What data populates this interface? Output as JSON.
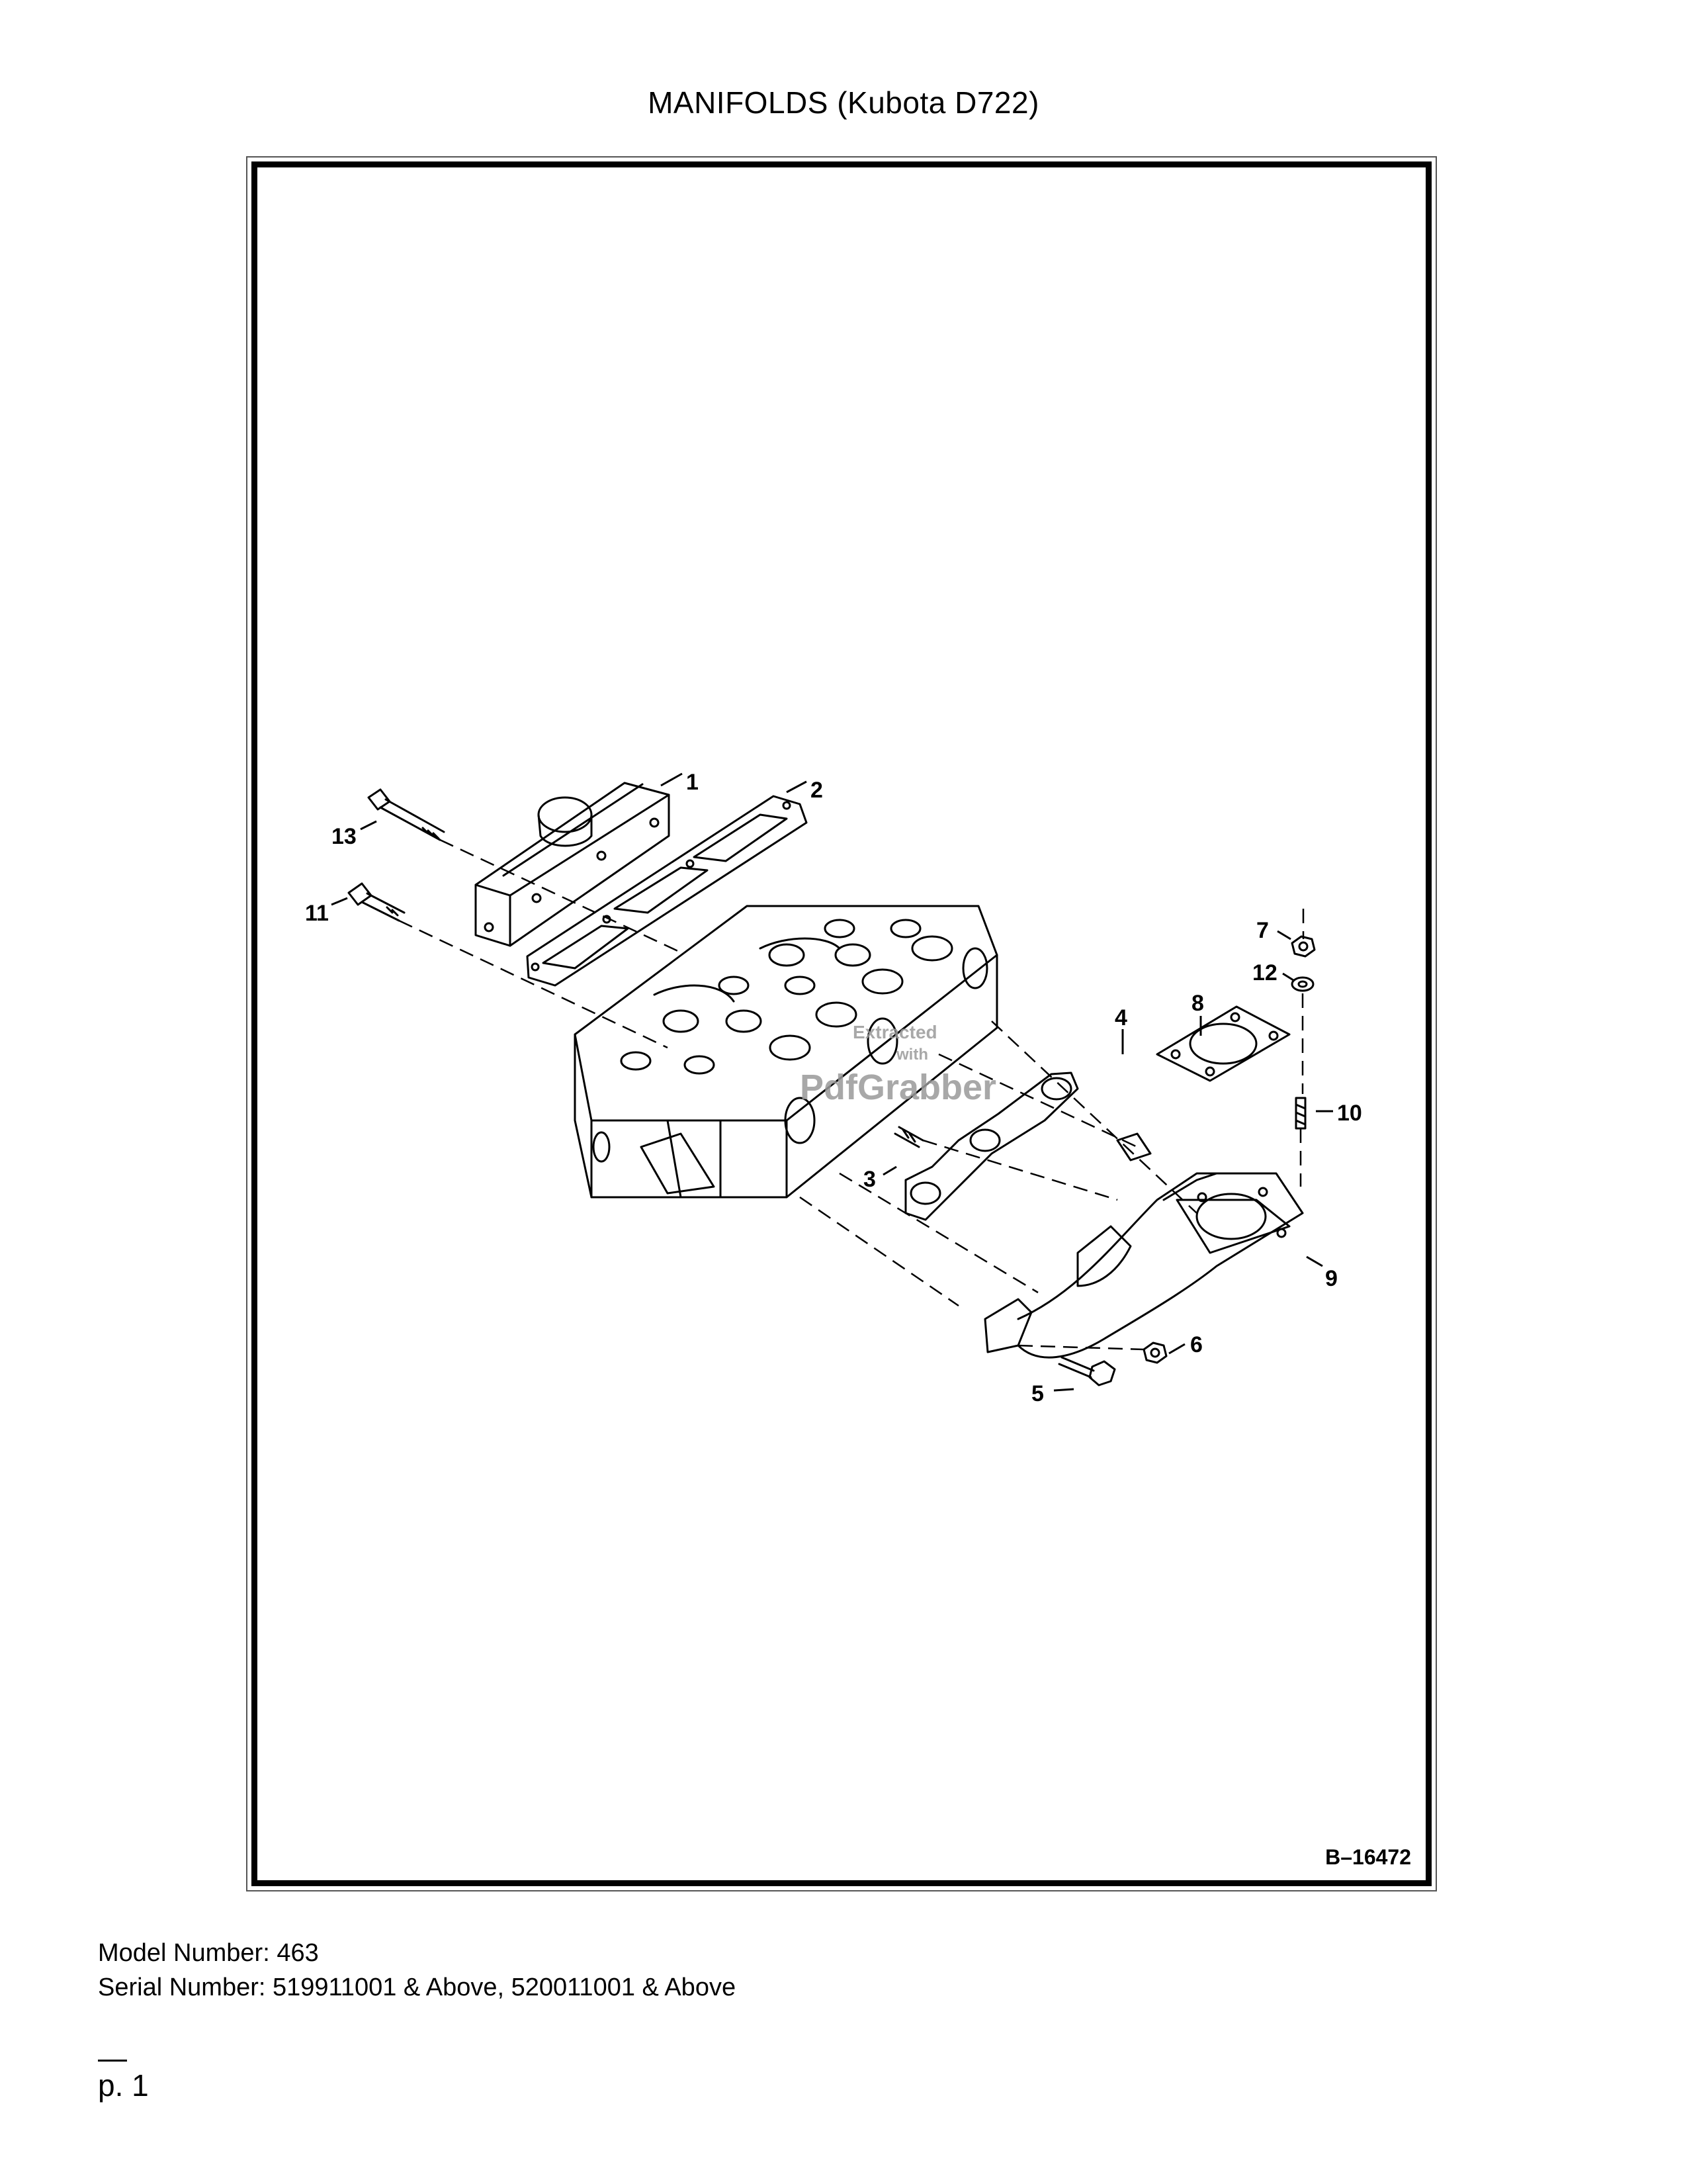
{
  "document": {
    "title": "MANIFOLDS (Kubota D722)",
    "drawing_ref": "B–16472",
    "model_line": "Model Number: 463",
    "serial_line": "Serial Number: 519911001 & Above, 520011001 & Above",
    "page_label": "p. 1"
  },
  "diagram": {
    "callouts": [
      "1",
      "2",
      "3",
      "4",
      "5",
      "6",
      "7",
      "8",
      "9",
      "10",
      "11",
      "12",
      "13"
    ],
    "watermark": {
      "line1": "Extracted",
      "line2": "with",
      "line3": "PdfGrabber"
    }
  }
}
